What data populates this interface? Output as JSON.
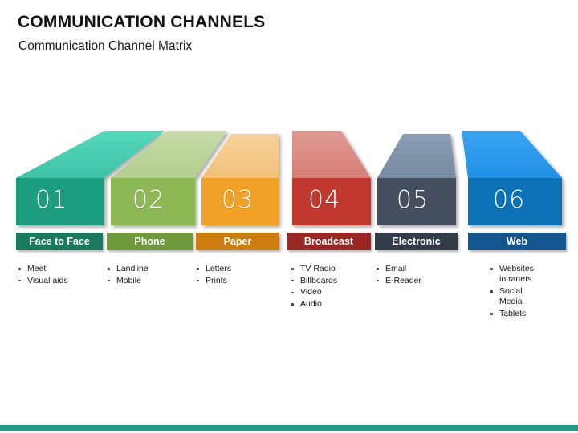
{
  "header": {
    "title": "COMMUNICATION CHANNELS",
    "subtitle": "Communication Channel Matrix"
  },
  "theme": {
    "footer_bar_color": "#219a80",
    "page_background": "#ffffff",
    "number_text_color": "#ffffff",
    "label_text_color": "#ffffff",
    "bullet_text_color": "#1a1a1a"
  },
  "channels": [
    {
      "number": "01",
      "label": "Face to Face",
      "body_color": "#1e9e7e",
      "top_color": "#4fd0b4",
      "bar_color": "#19795f",
      "bullets": [
        "Meet",
        "Visual aids"
      ]
    },
    {
      "number": "02",
      "label": "Phone",
      "body_color": "#8cb855",
      "top_color": "#bcd69a",
      "bar_color": "#6f9a3c",
      "bullets": [
        "Landline",
        "Mobile"
      ]
    },
    {
      "number": "03",
      "label": "Paper",
      "body_color": "#f0a128",
      "top_color": "#f5c987",
      "bar_color": "#cb7d0d",
      "bullets": [
        "Letters",
        "Prints"
      ]
    },
    {
      "number": "04",
      "label": "Broadcast",
      "body_color": "#c0392f",
      "top_color": "#da8880",
      "bar_color": "#992724",
      "bullets": [
        "TV Radio",
        "Billboards",
        "Video",
        "Audio"
      ]
    },
    {
      "number": "05",
      "label": "Electronic",
      "body_color": "#44505f",
      "top_color": "#7f93ab",
      "bar_color": "#323b48",
      "bullets": [
        "Email",
        "E-Reader"
      ]
    },
    {
      "number": "06",
      "label": "Web",
      "body_color": "#0b72b5",
      "top_color": "#2e9bec",
      "bar_color": "#12558f",
      "bullets": [
        "Websites intranets",
        "Social Media",
        "Tablets"
      ]
    }
  ]
}
